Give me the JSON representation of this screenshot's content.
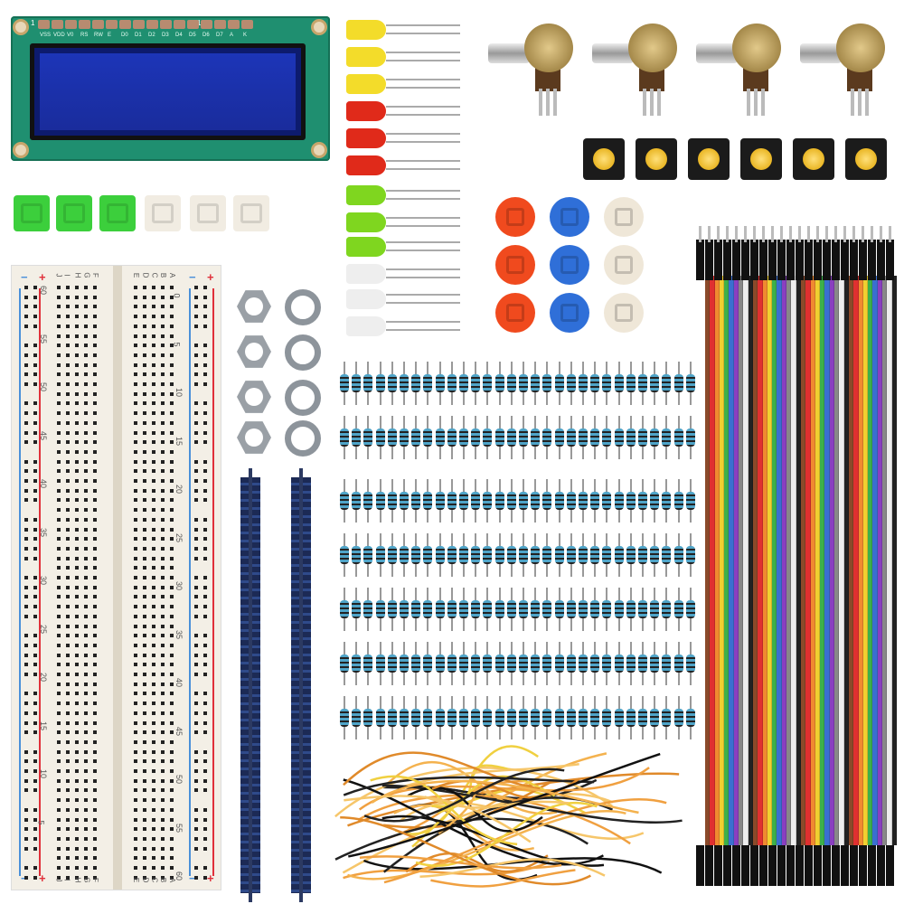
{
  "lcd": {
    "pin_start": "1",
    "pin_end": "16",
    "pin_labels": [
      "VSS",
      "VDD",
      "V0",
      "RS",
      "RW",
      "E",
      "D0",
      "D1",
      "D2",
      "D3",
      "D4",
      "D5",
      "D6",
      "D7",
      "A",
      "K"
    ],
    "pcb_color": "#1f8f70",
    "screen_color": "#1c35b8"
  },
  "keycaps": [
    {
      "color": "#3ccf3c"
    },
    {
      "color": "#3ccf3c"
    },
    {
      "color": "#3ccf3c"
    },
    {
      "color": "#f1ece2"
    },
    {
      "color": "#f1ece2"
    },
    {
      "color": "#f1ece2"
    }
  ],
  "leds": [
    {
      "color": "#f3dc2a"
    },
    {
      "color": "#f3dc2a"
    },
    {
      "color": "#f3dc2a"
    },
    {
      "color": "#e02a1a"
    },
    {
      "color": "#e02a1a"
    },
    {
      "color": "#e02a1a"
    },
    {
      "color": "#7fd61f"
    },
    {
      "color": "#7fd61f"
    },
    {
      "color": "#7fd61f"
    },
    {
      "color": "#eeeeee"
    },
    {
      "color": "#eeeeee"
    },
    {
      "color": "#eeeeee"
    }
  ],
  "potentiometer_count": 4,
  "tactile_button_count": 6,
  "round_caps": {
    "colors": [
      "#f04a1e",
      "#2f6fd8",
      "#efe7d8"
    ],
    "rows": 3
  },
  "breadboard": {
    "left_numbers": [
      "60",
      "55",
      "50",
      "45",
      "40",
      "35",
      "30",
      "25",
      "20",
      "15",
      "10",
      "5"
    ],
    "right_numbers": [
      "0",
      "5",
      "10",
      "15",
      "20",
      "25",
      "30",
      "35",
      "40",
      "45",
      "50",
      "55",
      "60"
    ],
    "left_letters": [
      "J",
      "I",
      "H",
      "G",
      "F"
    ],
    "right_letters": [
      "E",
      "D",
      "C",
      "B",
      "A"
    ],
    "rail_plus": "+",
    "rail_minus": "−",
    "rail_red": "#e0303a",
    "rail_blue": "#4a90d9"
  },
  "ribbon_colors": [
    "#8b4a2a",
    "#e03030",
    "#f08a30",
    "#f0d030",
    "#3cb04a",
    "#3a6fd0",
    "#8a3fc0",
    "#888888",
    "#eeeeee",
    "#222222"
  ]
}
